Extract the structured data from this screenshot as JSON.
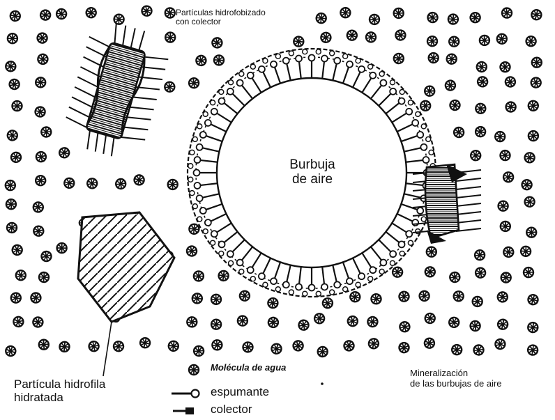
{
  "labels": {
    "hydrophobized_particle": [
      "Partículas hidrofobizado",
      "con colector"
    ],
    "air_bubble": [
      "Burbuja",
      "de aire"
    ],
    "hydrophilic_particle": [
      "Partícula hidrofila",
      "hidratada"
    ],
    "mineralization": [
      "Mineralización",
      "de las burbujas de aire"
    ]
  },
  "legend": {
    "water_molecule": "Molécula de agua",
    "frother": "espumante",
    "collector": "colector"
  },
  "colors": {
    "ink": "#111111",
    "background": "#ffffff"
  },
  "icons": {
    "water_molecule": "water-molecule-icon",
    "frother": "frother-molecule-icon",
    "collector": "collector-molecule-icon"
  }
}
